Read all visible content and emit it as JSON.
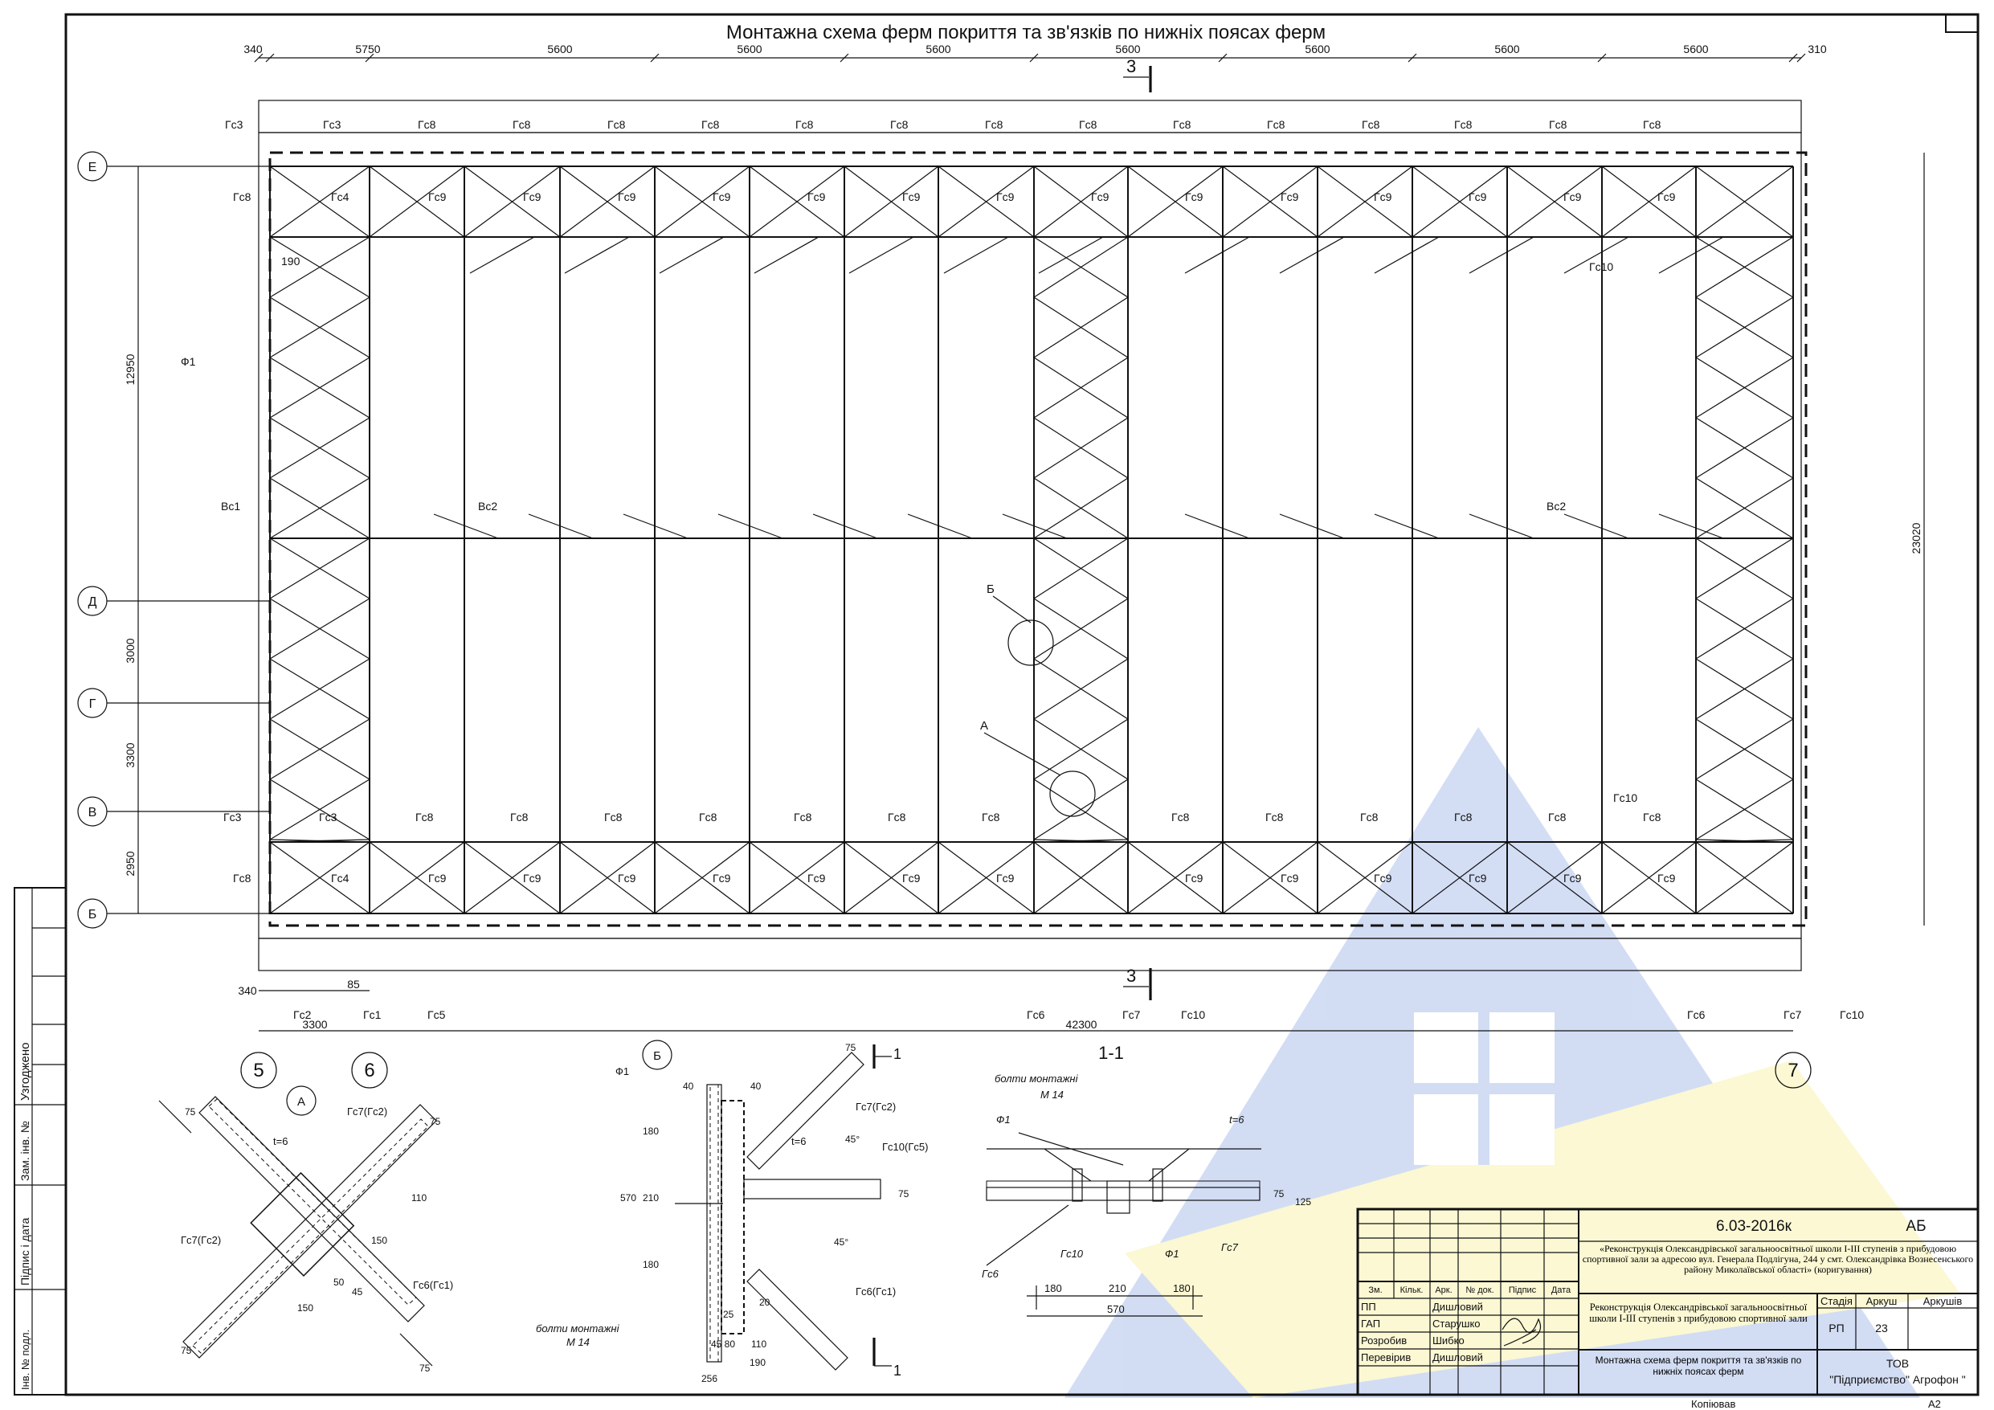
{
  "title": "Монтажна схема ферм покриття та зв'язків по нижніх поясах ферм",
  "top_dims": [
    "340",
    "5750",
    "5600",
    "5600",
    "5600",
    "5600",
    "5600",
    "5600",
    "5600",
    "310"
  ],
  "bottom_dims": {
    "d340": "340",
    "d3300": "3300",
    "d85": "85",
    "d42300": "42300"
  },
  "left_dims": [
    "12950",
    "3000",
    "3300",
    "2950"
  ],
  "right_dim": "23020",
  "axes_rows": [
    "Е",
    "Д",
    "Г",
    "В",
    "Б"
  ],
  "axes_cols": [
    "5",
    "6",
    "7"
  ],
  "section_mark": "3",
  "section_name": "1-1",
  "labels": {
    "gs1": "Гс1",
    "gs2": "Гс2",
    "gs3": "Гс3",
    "gs4": "Гс4",
    "gs5": "Гс5",
    "gs6": "Гс6",
    "gs7": "Гс7",
    "gs8": "Гс8",
    "gs9": "Гс9",
    "gs10": "Гс10",
    "vs1": "Вс1",
    "vs2": "Вс2",
    "f1": "Ф1",
    "b190": "190",
    "nodeA": "А",
    "nodeB": "Б"
  },
  "detailA": {
    "mark": "А",
    "t6": "t=6",
    "gs7gs2": "Гс7(Гс2)",
    "gs6gs1": "Гс6(Гс1)",
    "d75": "75",
    "d110": "110",
    "d150": "150",
    "d50": "50",
    "d45": "45"
  },
  "detailB": {
    "mark": "Б",
    "f1": "Ф1",
    "d40": "40",
    "d180": "180",
    "d570": "570",
    "d210": "210",
    "d25": "25",
    "d20": "20",
    "d45_80": "45 80",
    "d110": "110",
    "d190": "190",
    "d256": "256",
    "t6": "t=6",
    "gs7gs2": "Гс7(Гс2)",
    "gs10gs5": "Гс10(Гс5)",
    "gs6gs1": "Гс6(Гс1)",
    "bolts": "болти монтажні",
    "m14": "М 14",
    "ang45": "45°",
    "d75": "75",
    "cut": "1"
  },
  "section11": {
    "bolts": "болти монтажні",
    "m14": "М 14",
    "f1": "Ф1",
    "t6": "t=6",
    "gs6": "Гс6",
    "gs10": "Гс10",
    "gs7": "Гс7",
    "d180a": "180",
    "d210": "210",
    "d180b": "180",
    "d570": "570",
    "d75": "75",
    "d125": "125"
  },
  "stamp": {
    "side_labels": [
      "Узгоджено",
      "Зам. інв. №",
      "Підпис і дата",
      "Інв. № подл."
    ],
    "code": "6.03-2016к",
    "mark": "АБ",
    "project": "«Реконструкція Олександрівської загальноосвітньої школи I-III ступенів з прибудовою спортивної зали за адресою вул. Генерала Подлігуна, 244 у смт. Олександрівка Вознесенського району Миколаївської області» (коригування)",
    "hdr": [
      "Зм.",
      "Кільк.",
      "Арк.",
      "№ док.",
      "Підпис",
      "Дата"
    ],
    "roles": [
      "ПП",
      "ГАП",
      "Розробив",
      "Перевірив"
    ],
    "names": [
      "Дишловий",
      "Старушко",
      "Шибко",
      "Дишловий"
    ],
    "object": "Реконструкція Олександрівської загальноосвітньої школи I-III ступенів з прибудовою спортивної зали",
    "stage_h": "Стадія",
    "sheet_h": "Аркуш",
    "sheets_h": "Аркушів",
    "stage": "РП",
    "sheet": "23",
    "sheets": "",
    "drawing": "Монтажна схема ферм покриття та зв'язків по нижніх поясах ферм",
    "company1": "ТОВ",
    "company2": "\"Підприємство\" Агрофон \"",
    "copied": "Копіював",
    "format": "А2"
  },
  "colors": {
    "ink": "#111111",
    "watermark_blue": "#9fb6e6",
    "watermark_yellow": "#f6ef9a"
  }
}
